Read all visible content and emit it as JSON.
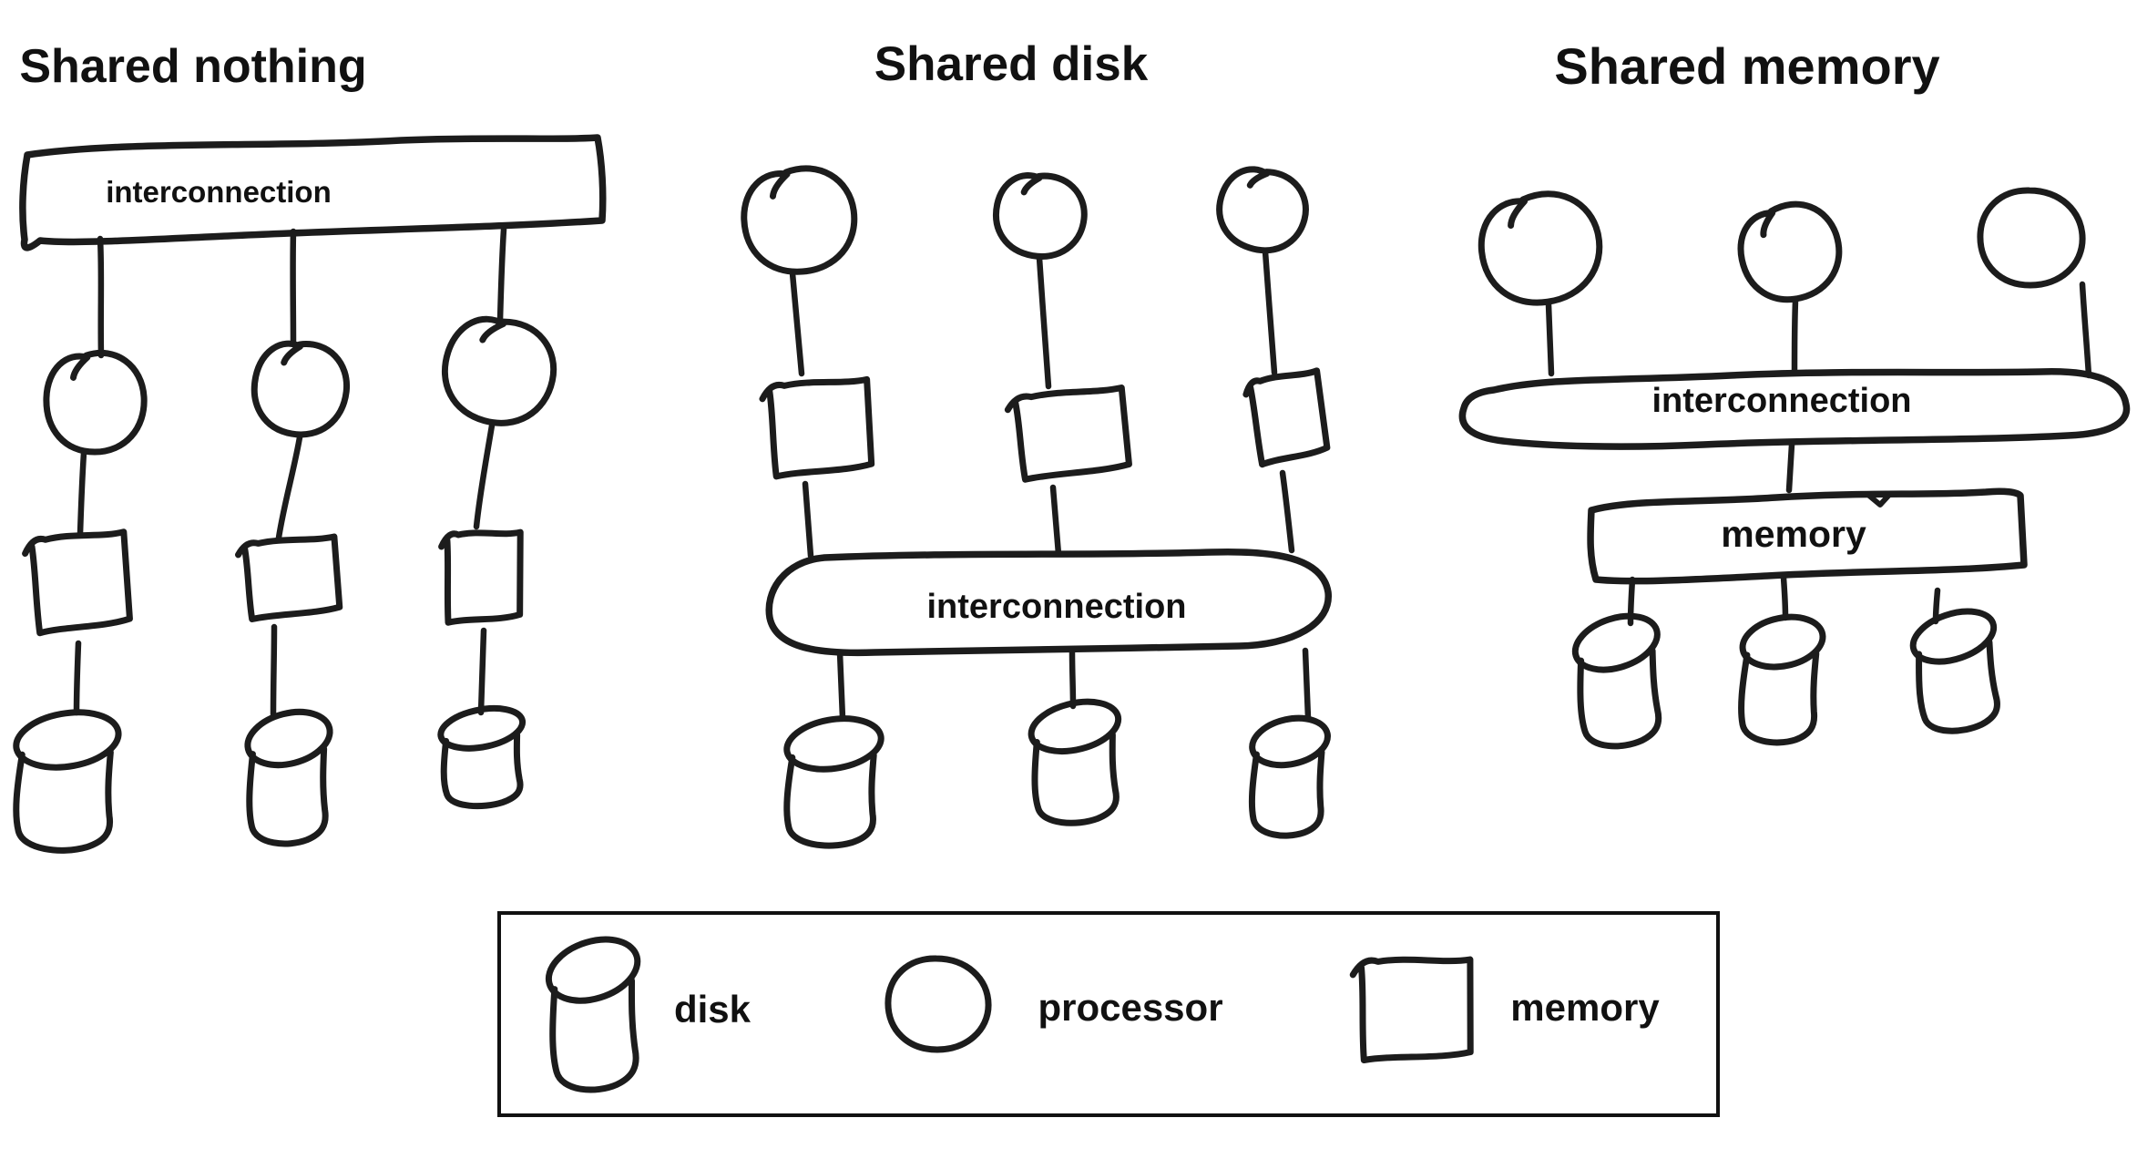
{
  "panels": [
    {
      "id": "shared-nothing",
      "title": "Shared nothing",
      "bus_label": "interconnection",
      "processor_count": 3,
      "memory_count": 3,
      "disk_count": 3
    },
    {
      "id": "shared-disk",
      "title": "Shared disk",
      "bus_label": "interconnection",
      "processor_count": 3,
      "memory_count": 3,
      "disk_count": 3
    },
    {
      "id": "shared-memory",
      "title": "Shared memory",
      "bus_label": "interconnection",
      "memory_bar_label": "memory",
      "processor_count": 3,
      "disk_count": 3
    }
  ],
  "legend": {
    "items": [
      {
        "icon": "disk-icon",
        "label": "disk"
      },
      {
        "icon": "processor-icon",
        "label": "processor"
      },
      {
        "icon": "memory-icon",
        "label": "memory"
      }
    ]
  },
  "colors": {
    "ink": "#1c1c1c",
    "background": "#ffffff"
  }
}
